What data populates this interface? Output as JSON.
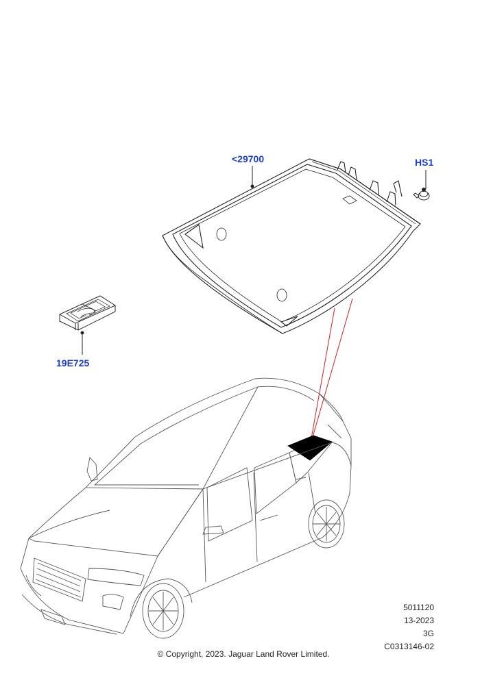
{
  "callouts": {
    "windshield_part": "<29700",
    "clip_part": "HS1",
    "kit_part": "19E725"
  },
  "meta": {
    "line1": "5011120",
    "line2": "13-2023",
    "line3": "3G",
    "line4": "C0313146-02"
  },
  "copyright": "© Copyright, 2023. Jaguar Land Rover Limited.",
  "colors": {
    "callout": "#1a3fd6",
    "leader_red": "#d42020",
    "line": "#222222",
    "car_line": "#555555",
    "highlight": "#000000"
  }
}
